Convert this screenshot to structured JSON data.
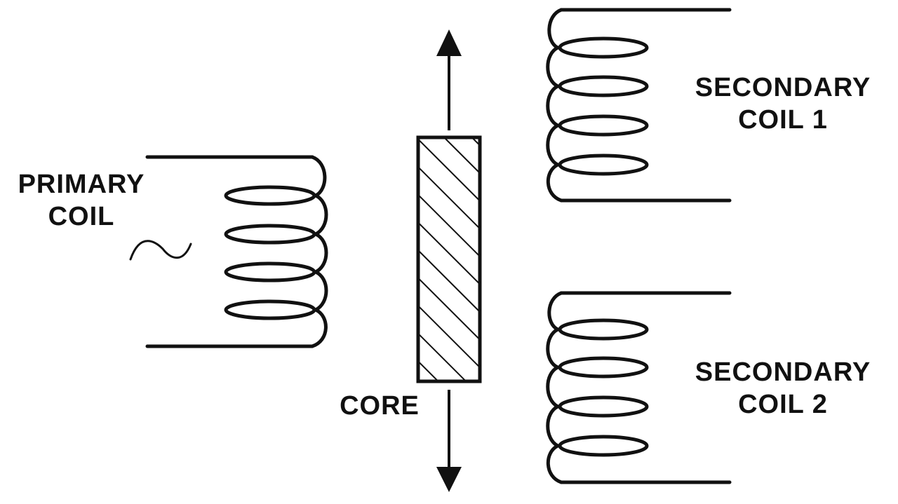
{
  "labels": {
    "primary_coil": [
      "PRIMARY",
      "COIL"
    ],
    "core": "CORE",
    "secondary_coil_1": [
      "SECONDARY",
      "COIL 1"
    ],
    "secondary_coil_2": [
      "SECONDARY",
      "COIL 2"
    ]
  },
  "symbols": {
    "ac_source": "sine-wave-icon",
    "core_motion": "double-arrow-icon"
  },
  "colors": {
    "ink": "#111111",
    "background": "#ffffff"
  }
}
